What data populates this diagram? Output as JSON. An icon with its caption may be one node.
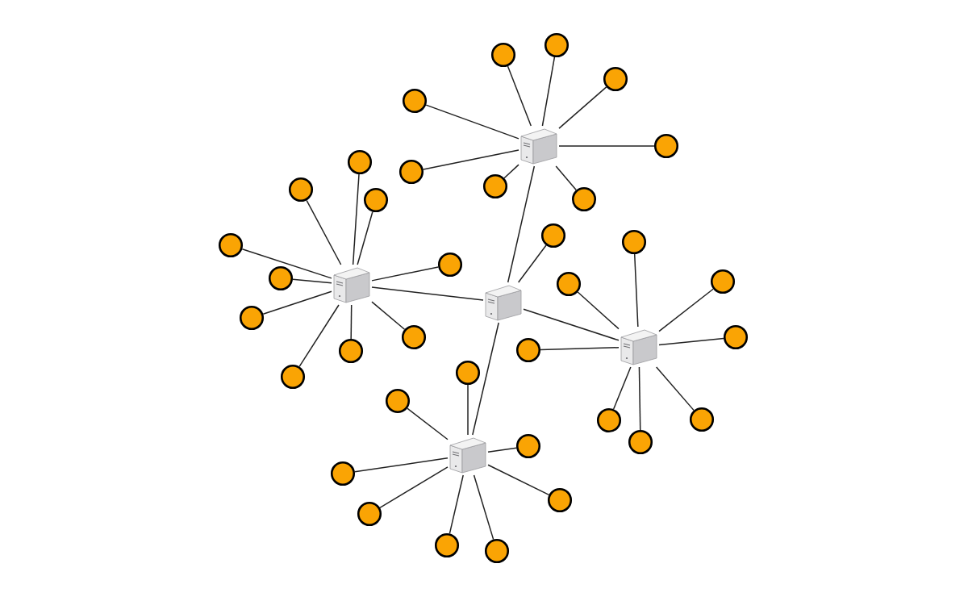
{
  "diagram": {
    "nodes": [
      {
        "text": [],
        "shape": "server"
      },
      {
        "text": [],
        "shape": "circle"
      },
      {
        "text": [],
        "shape": "circle"
      },
      {
        "text": [],
        "shape": "circle"
      },
      {
        "text": [],
        "shape": "circle"
      },
      {
        "text": [],
        "shape": "circle"
      },
      {
        "text": [],
        "shape": "circle"
      },
      {
        "text": [],
        "shape": "circle"
      },
      {
        "text": [],
        "shape": "circle"
      },
      {
        "text": [],
        "shape": "server"
      },
      {
        "text": [],
        "shape": "circle"
      },
      {
        "text": [],
        "shape": "circle"
      },
      {
        "text": [],
        "shape": "circle"
      },
      {
        "text": [],
        "shape": "circle"
      },
      {
        "text": [],
        "shape": "circle"
      },
      {
        "text": [],
        "shape": "circle"
      },
      {
        "text": [],
        "shape": "circle"
      },
      {
        "text": [],
        "shape": "circle"
      },
      {
        "text": [],
        "shape": "circle"
      },
      {
        "text": [],
        "shape": "circle"
      },
      {
        "text": [],
        "shape": "server"
      },
      {
        "text": [],
        "shape": "circle"
      },
      {
        "text": [],
        "shape": "server"
      },
      {
        "text": [],
        "shape": "circle"
      },
      {
        "text": [],
        "shape": "circle"
      },
      {
        "text": [],
        "shape": "circle"
      },
      {
        "text": [],
        "shape": "circle"
      },
      {
        "text": [],
        "shape": "circle"
      },
      {
        "text": [],
        "shape": "circle"
      },
      {
        "text": [],
        "shape": "circle"
      },
      {
        "text": [],
        "shape": "circle"
      },
      {
        "text": [],
        "shape": "server"
      },
      {
        "text": [],
        "shape": "circle"
      },
      {
        "text": [],
        "shape": "circle"
      },
      {
        "text": [],
        "shape": "circle"
      },
      {
        "text": [],
        "shape": "circle"
      },
      {
        "text": [],
        "shape": "circle"
      },
      {
        "text": [],
        "shape": "circle"
      },
      {
        "text": [],
        "shape": "circle"
      },
      {
        "text": [],
        "shape": "circle"
      }
    ],
    "edges": [
      {
        "from": 0,
        "to": 1,
        "arrow": "none"
      },
      {
        "from": 0,
        "to": 2,
        "arrow": "none"
      },
      {
        "from": 0,
        "to": 3,
        "arrow": "none"
      },
      {
        "from": 0,
        "to": 4,
        "arrow": "none"
      },
      {
        "from": 0,
        "to": 5,
        "arrow": "none"
      },
      {
        "from": 0,
        "to": 6,
        "arrow": "none"
      },
      {
        "from": 0,
        "to": 7,
        "arrow": "none"
      },
      {
        "from": 0,
        "to": 8,
        "arrow": "none"
      },
      {
        "from": 9,
        "to": 10,
        "arrow": "none"
      },
      {
        "from": 9,
        "to": 11,
        "arrow": "none"
      },
      {
        "from": 9,
        "to": 12,
        "arrow": "none"
      },
      {
        "from": 9,
        "to": 13,
        "arrow": "none"
      },
      {
        "from": 9,
        "to": 14,
        "arrow": "none"
      },
      {
        "from": 9,
        "to": 15,
        "arrow": "none"
      },
      {
        "from": 9,
        "to": 16,
        "arrow": "none"
      },
      {
        "from": 9,
        "to": 17,
        "arrow": "none"
      },
      {
        "from": 9,
        "to": 18,
        "arrow": "none"
      },
      {
        "from": 9,
        "to": 19,
        "arrow": "none"
      },
      {
        "from": 20,
        "to": 21,
        "arrow": "none"
      },
      {
        "from": 22,
        "to": 23,
        "arrow": "none"
      },
      {
        "from": 22,
        "to": 24,
        "arrow": "none"
      },
      {
        "from": 22,
        "to": 25,
        "arrow": "none"
      },
      {
        "from": 22,
        "to": 26,
        "arrow": "none"
      },
      {
        "from": 22,
        "to": 27,
        "arrow": "none"
      },
      {
        "from": 22,
        "to": 28,
        "arrow": "none"
      },
      {
        "from": 22,
        "to": 29,
        "arrow": "none"
      },
      {
        "from": 22,
        "to": 30,
        "arrow": "none"
      },
      {
        "from": 31,
        "to": 32,
        "arrow": "none"
      },
      {
        "from": 31,
        "to": 33,
        "arrow": "none"
      },
      {
        "from": 31,
        "to": 34,
        "arrow": "none"
      },
      {
        "from": 31,
        "to": 35,
        "arrow": "none"
      },
      {
        "from": 31,
        "to": 36,
        "arrow": "none"
      },
      {
        "from": 31,
        "to": 37,
        "arrow": "none"
      },
      {
        "from": 31,
        "to": 38,
        "arrow": "none"
      },
      {
        "from": 31,
        "to": 39,
        "arrow": "none"
      },
      {
        "from": 0,
        "to": 20,
        "arrow": "none"
      },
      {
        "from": 9,
        "to": 20,
        "arrow": "none"
      },
      {
        "from": 20,
        "to": 22,
        "arrow": "none"
      },
      {
        "from": 20,
        "to": 31,
        "arrow": "none"
      }
    ]
  }
}
